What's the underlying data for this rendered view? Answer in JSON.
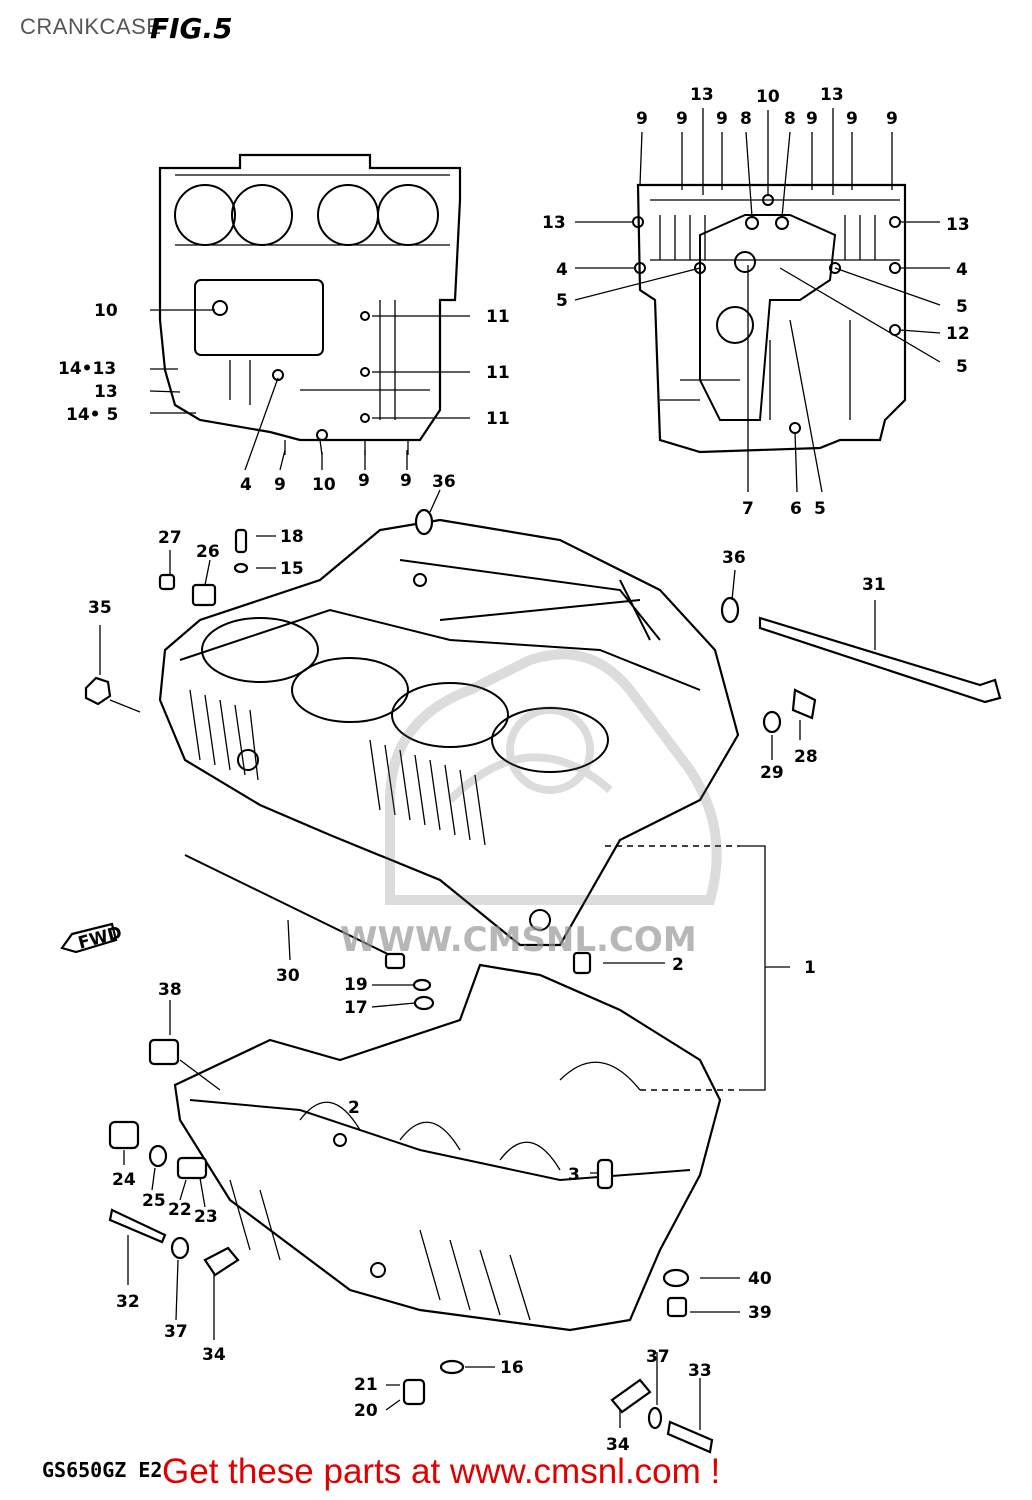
{
  "header": {
    "title": "CRANKCASE",
    "figure": "FIG.5"
  },
  "footer": {
    "model": "GS650GZ E2",
    "promo": "Get these parts at www.cmsnl.com !"
  },
  "watermark": {
    "text": "WWW.CMSNL.COM"
  },
  "fwd_arrow": "FWD",
  "colors": {
    "promo": "#e00000",
    "lines": "#000000",
    "watermark": "#999999"
  },
  "callouts": {
    "top_left": [
      "10",
      "11",
      "11",
      "11",
      "14•13",
      "13",
      "14• 5",
      "4",
      "9",
      "10",
      "9",
      "9"
    ],
    "top_right": [
      "9",
      "9",
      "9",
      "8",
      "10",
      "8",
      "9",
      "9",
      "9",
      "13",
      "13",
      "13",
      "13",
      "4",
      "5",
      "4",
      "5",
      "12",
      "5",
      "7",
      "6",
      "5"
    ],
    "main": [
      "36",
      "27",
      "26",
      "18",
      "15",
      "35",
      "36",
      "31",
      "28",
      "29",
      "30",
      "2",
      "1",
      "19",
      "17",
      "38",
      "2",
      "24",
      "25",
      "22",
      "23",
      "3",
      "32",
      "37",
      "34",
      "40",
      "39",
      "16",
      "21",
      "20",
      "37",
      "33",
      "34"
    ]
  }
}
